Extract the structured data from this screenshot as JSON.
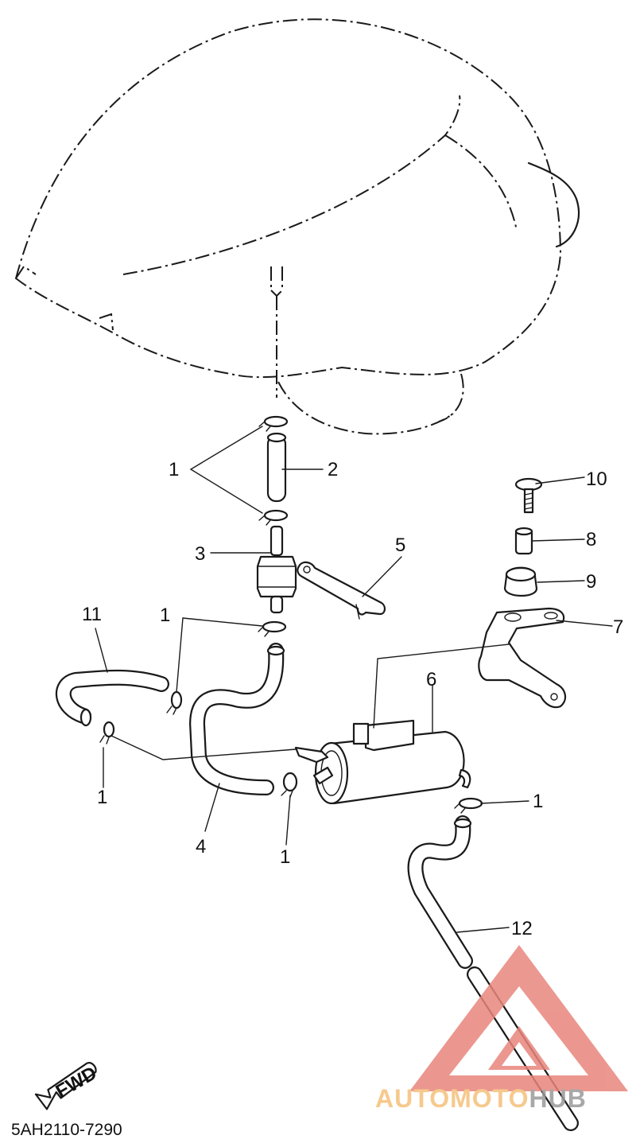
{
  "diagram": {
    "part_code": "5AH2110-7290",
    "direction_label": "FWD",
    "callouts": [
      {
        "id": "c1a",
        "text": "1"
      },
      {
        "id": "c2",
        "text": "2"
      },
      {
        "id": "c3",
        "text": "3"
      },
      {
        "id": "c5",
        "text": "5"
      },
      {
        "id": "c11",
        "text": "11"
      },
      {
        "id": "c1b",
        "text": "1"
      },
      {
        "id": "c10",
        "text": "10"
      },
      {
        "id": "c8",
        "text": "8"
      },
      {
        "id": "c9",
        "text": "9"
      },
      {
        "id": "c7",
        "text": "7"
      },
      {
        "id": "c6",
        "text": "6"
      },
      {
        "id": "c1c",
        "text": "1"
      },
      {
        "id": "c4",
        "text": "4"
      },
      {
        "id": "c1d",
        "text": "1"
      },
      {
        "id": "c1e",
        "text": "1"
      },
      {
        "id": "c12",
        "text": "12"
      }
    ]
  },
  "watermark": {
    "parts": [
      "AUTOMOTO",
      "HUB"
    ],
    "colors": {
      "triangle": "#e8867c",
      "auto": "#f6c07a",
      "moto": "#e8867c",
      "hub": "#999999"
    }
  },
  "colors": {
    "line": "#1a1a1a",
    "background": "#ffffff"
  }
}
